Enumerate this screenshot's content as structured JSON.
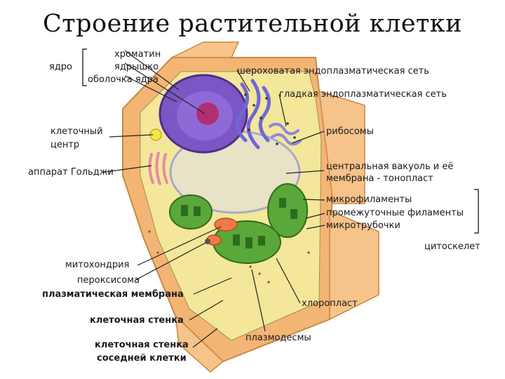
{
  "title": "Строение растительной клетки",
  "labels": {
    "yadro": "ядро",
    "hromatin": "хроматин",
    "yadryshko": "ядрышко",
    "obolochka": "оболочка ядра",
    "kletochny_centr": "клеточный\nцентр",
    "golgi": "аппарат Гольджи",
    "mitohondriya": "митохондрия",
    "peroksisoma": "пероксисома",
    "plazmaticheskaya_membrana": "плазматическая мембрана",
    "kletochnaya_stenka": "клеточная стенка",
    "stenka_sosednei": "клеточная стенка\nсоседней клетки",
    "sher_eps": "шероховатая эндоплазматическая сеть",
    "gladk_eps": "гладкая эндоплазматическая сеть",
    "ribosomy": "рибосомы",
    "vakuol": "центральная вакуоль и её\nмембрана - тонопласт",
    "mikrofilamenty": "микрофиламенты",
    "promezhutochnye": "промежуточные филаменты",
    "mikrotrubochki": "микротрубочки",
    "citoskelet": "цитоскелет",
    "hloroplast": "хлоропласт",
    "plazmodesmy": "плазмодесмы"
  },
  "colors": {
    "cell_wall": "#f3b574",
    "wall_edge": "#c98846",
    "nucleus": "#7b56c4",
    "nucleolus": "#b02f73",
    "er": "#6f68d4",
    "vacuole": "#e8e2c6",
    "chloroplast": "#5aa83a",
    "mitochondria": "#ef7a48",
    "golgi": "#e68aa6",
    "cytoplasm": "#f4e79a"
  }
}
